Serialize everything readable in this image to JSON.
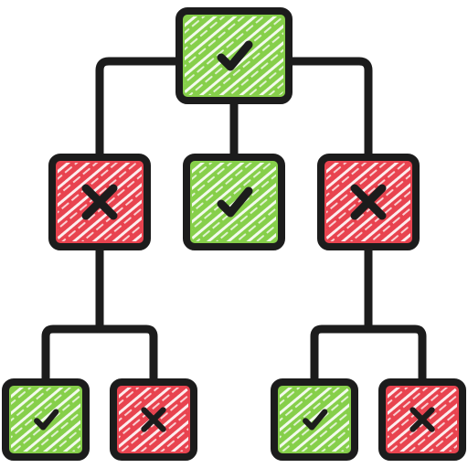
{
  "colors": {
    "outline": "#1c1c1c",
    "success": "#86cf4a",
    "failure": "#e8434f",
    "hatch": "#ffffff",
    "background": "#ffffff"
  },
  "tree": {
    "nodes": [
      {
        "id": "root",
        "status": "success",
        "icon": "checkmark-icon"
      },
      {
        "id": "level1-left",
        "status": "failure",
        "icon": "cross-icon"
      },
      {
        "id": "level1-center",
        "status": "success",
        "icon": "checkmark-icon"
      },
      {
        "id": "level1-right",
        "status": "failure",
        "icon": "cross-icon"
      },
      {
        "id": "level2-left-a",
        "status": "success",
        "icon": "checkmark-icon"
      },
      {
        "id": "level2-left-b",
        "status": "failure",
        "icon": "cross-icon"
      },
      {
        "id": "level2-right-a",
        "status": "success",
        "icon": "checkmark-icon"
      },
      {
        "id": "level2-right-b",
        "status": "failure",
        "icon": "cross-icon"
      }
    ],
    "edges": [
      [
        "root",
        "level1-left"
      ],
      [
        "root",
        "level1-center"
      ],
      [
        "root",
        "level1-right"
      ],
      [
        "level1-left",
        "level2-left-a"
      ],
      [
        "level1-left",
        "level2-left-b"
      ],
      [
        "level1-right",
        "level2-right-a"
      ],
      [
        "level1-right",
        "level2-right-b"
      ]
    ]
  }
}
